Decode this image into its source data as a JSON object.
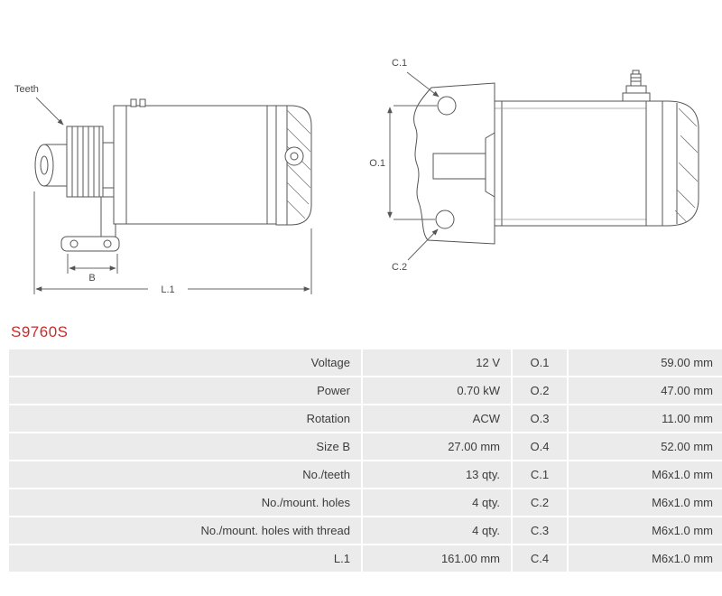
{
  "product": {
    "code": "S9760S"
  },
  "colors": {
    "product_code": "#cc2a2a",
    "cell_bg": "#ebebeb",
    "key_cell_bg": "#dcdcdc",
    "text": "#3c3c3c",
    "diagram_line": "#555555"
  },
  "diagram": {
    "labels": {
      "teeth": "Teeth",
      "b": "B",
      "l1": "L.1",
      "c1": "C.1",
      "o1": "O.1",
      "c2": "C.2"
    }
  },
  "table": {
    "rows": [
      {
        "label": "Voltage",
        "value": "12 V",
        "key": "O.1",
        "key_value": "59.00 mm"
      },
      {
        "label": "Power",
        "value": "0.70 kW",
        "key": "O.2",
        "key_value": "47.00 mm"
      },
      {
        "label": "Rotation",
        "value": "ACW",
        "key": "O.3",
        "key_value": "11.00 mm"
      },
      {
        "label": "Size B",
        "value": "27.00 mm",
        "key": "O.4",
        "key_value": "52.00 mm"
      },
      {
        "label": "No./teeth",
        "value": "13 qty.",
        "key": "C.1",
        "key_value": "M6x1.0 mm"
      },
      {
        "label": "No./mount. holes",
        "value": "4 qty.",
        "key": "C.2",
        "key_value": "M6x1.0 mm"
      },
      {
        "label": "No./mount. holes with thread",
        "value": "4 qty.",
        "key": "C.3",
        "key_value": "M6x1.0 mm"
      },
      {
        "label": "L.1",
        "value": "161.00 mm",
        "key": "C.4",
        "key_value": "M6x1.0 mm"
      }
    ]
  }
}
